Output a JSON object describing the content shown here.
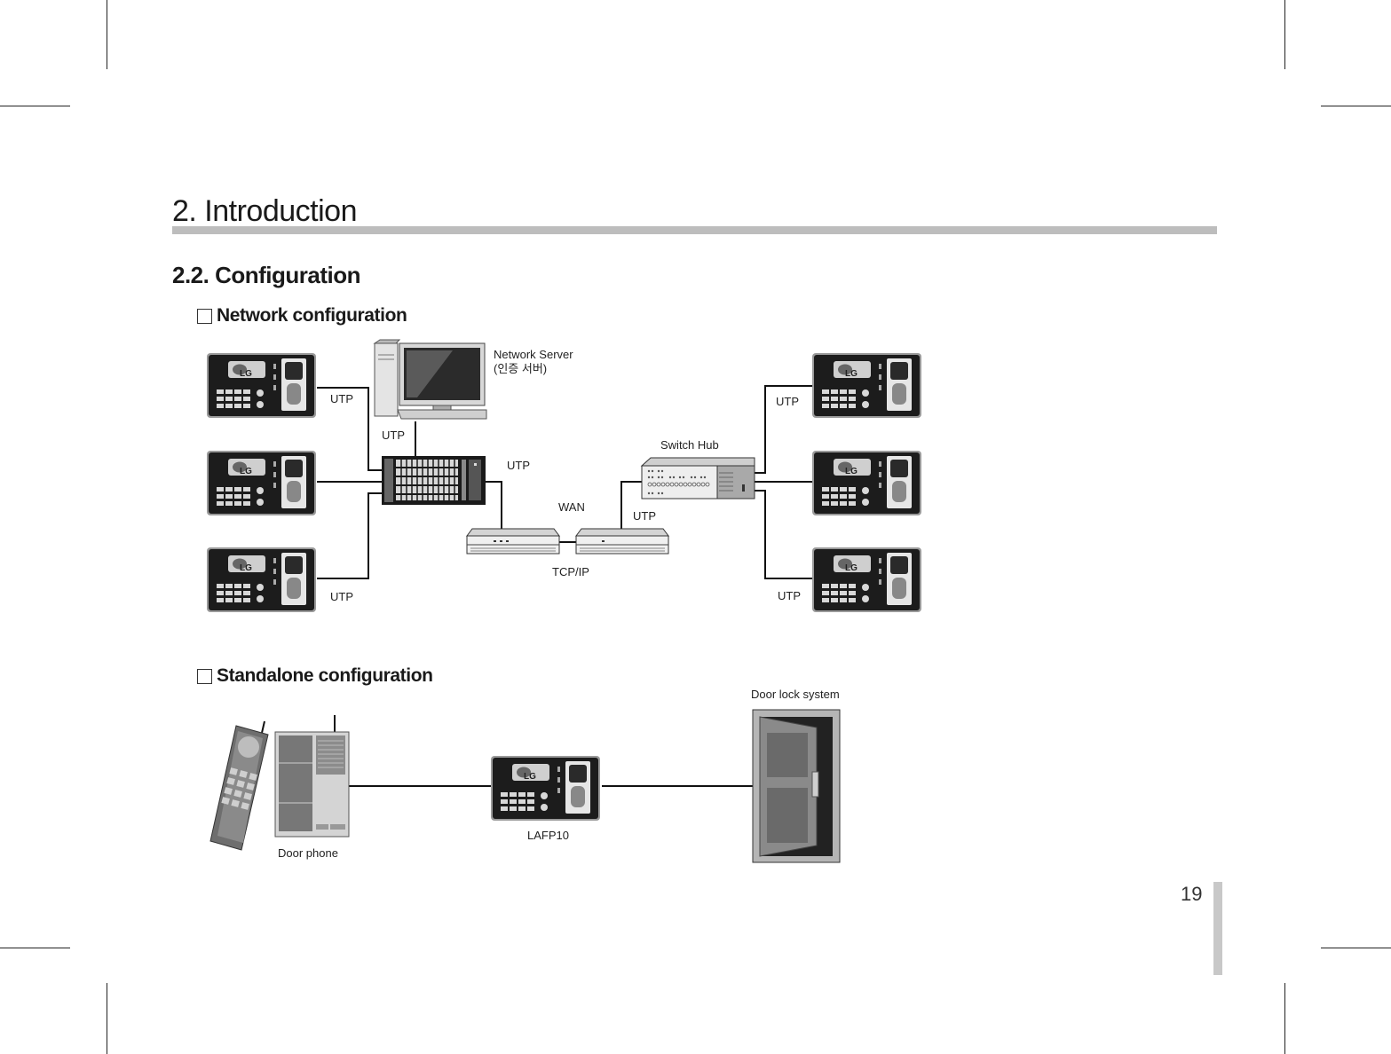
{
  "page": {
    "chapter_title": "2. Introduction",
    "section_title": "2.2. Configuration",
    "page_number": "19"
  },
  "network": {
    "heading": "Network configuration",
    "server_label_line1": "Network Server",
    "server_label_line2": "(인증 서버)",
    "switch_hub_label": "Switch Hub",
    "wan_label": "WAN",
    "tcpip_label": "TCP/IP",
    "utp_labels": [
      "UTP",
      "UTP",
      "UTP",
      "UTP",
      "UTP",
      "UTP",
      "UTP"
    ],
    "terminal_logo": "LG"
  },
  "standalone": {
    "heading": "Standalone configuration",
    "door_phone_label": "Door phone",
    "device_label": "LAFP10",
    "door_lock_label": "Door lock system"
  }
}
